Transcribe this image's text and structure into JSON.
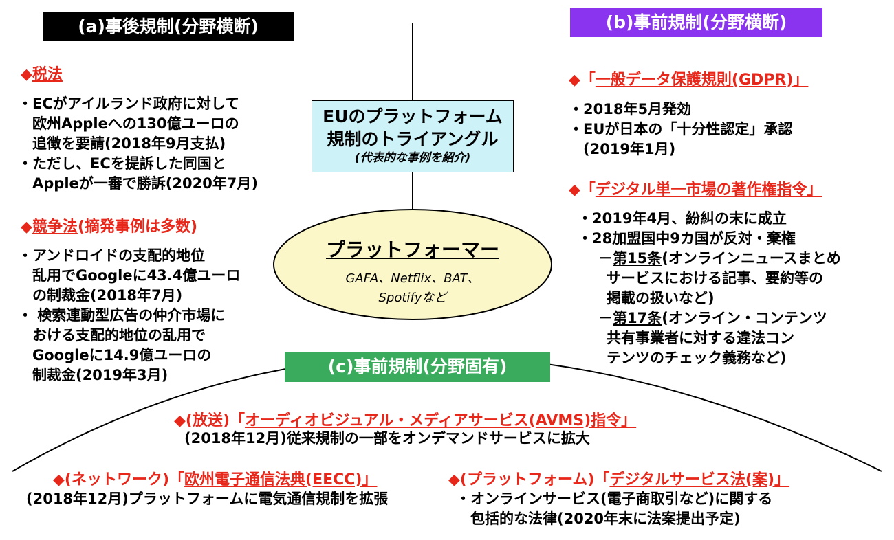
{
  "headers": {
    "a": "(a)事後規制(分野横断)",
    "b": "(b)事前規制(分野横断)",
    "c": "(c)事前規制(分野固有)"
  },
  "center": {
    "title_line1": "EUのプラットフォーム",
    "title_line2": "規制のトライアングル",
    "subtitle": "(代表的な事例を紹介)"
  },
  "ellipse": {
    "title": "プラットフォーマー",
    "line1": "GAFA、Netflix、BAT、",
    "line2": "Spotifyなど"
  },
  "left": {
    "tax_heading_mark": "◆",
    "tax_heading": "税法",
    "tax_lines": [
      "・ECがアイルランド政府に対して",
      "　欧州Appleへの130億ユーロの",
      "　追徴を要請(2018年9月支払)",
      "・ただし、ECを提訴した同国と",
      "　Appleが一審で勝訴(2020年7月)"
    ],
    "comp_heading_mark": "◆",
    "comp_heading": "競争法",
    "comp_heading_note": "(摘発事例は多数)",
    "comp_lines": [
      "・アンドロイドの支配的地位",
      "　乱用でGoogleに43.4億ユーロ",
      "　の制裁金(2018年7月)",
      "・ 検索連動型広告の仲介市場に",
      "　おける支配的地位の乱用で",
      "　Googleに14.9億ユーロの",
      "　制裁金(2019年3月)"
    ]
  },
  "right": {
    "gdpr_heading_mark": "◆「",
    "gdpr_heading": "一般データ保護規則(GDPR)」",
    "gdpr_lines": [
      "・2018年5月発効",
      "・EUが日本の「十分性認定」承認",
      "　(2019年1月)"
    ],
    "copy_heading_mark": "◆「",
    "copy_heading": "デジタル単一市場の著作権指令」",
    "copy_lines": [
      "・2019年4月、紛糾の末に成立",
      "・28加盟国中9カ国が反対・棄権"
    ],
    "art15_prefix": "－",
    "art15": "第15条",
    "art15_rest": "(オンラインニュースまとめ",
    "art15_lines": [
      "サービスにおける記事、要約等の",
      "掲載の扱いなど)"
    ],
    "art17_prefix": "－",
    "art17": "第17条",
    "art17_rest": "(オンライン・コンテンツ",
    "art17_lines": [
      "共有事業者に対する違法コン",
      "テンツのチェック義務など)"
    ]
  },
  "bottom": {
    "avms_mark": "◆(放送)「",
    "avms_heading": "オーディオビジュアル・メディアサービス(AVMS)指令」",
    "avms_line": "(2018年12月)従来規制の一部をオンデマンドサービスに拡大",
    "eecc_mark": "◆(ネットワーク)「",
    "eecc_heading": "欧州電子通信法典(EECC)」",
    "eecc_line": "(2018年12月)プラットフォームに電気通信規制を拡張",
    "dsa_mark": "◆(プラットフォーム)「",
    "dsa_heading": "デジタルサービス法(案)」",
    "dsa_lines": [
      "・オンラインサービス(電子商取引など)に関する",
      "　包括的な法律(2020年末に法案提出予定)"
    ]
  },
  "colors": {
    "header_a": "#000000",
    "header_b": "#8a34f0",
    "header_c": "#3aab5d",
    "accent_red": "#e8271b",
    "center_box": "#cdf2f7",
    "ellipse_fill": "#fbf7c9"
  }
}
